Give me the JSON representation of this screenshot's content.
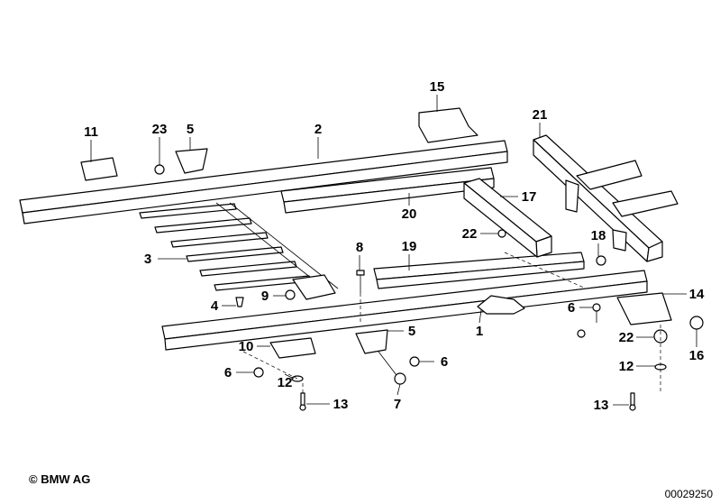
{
  "diagram": {
    "callouts": [
      "11",
      "23",
      "5",
      "2",
      "15",
      "21",
      "20",
      "17",
      "22",
      "18",
      "3",
      "8",
      "19",
      "14",
      "4",
      "9",
      "6",
      "1",
      "10",
      "5",
      "6",
      "22",
      "16",
      "6",
      "12",
      "7",
      "12",
      "13",
      "13"
    ],
    "copyright": "© BMW AG",
    "document_number": "00029250"
  }
}
